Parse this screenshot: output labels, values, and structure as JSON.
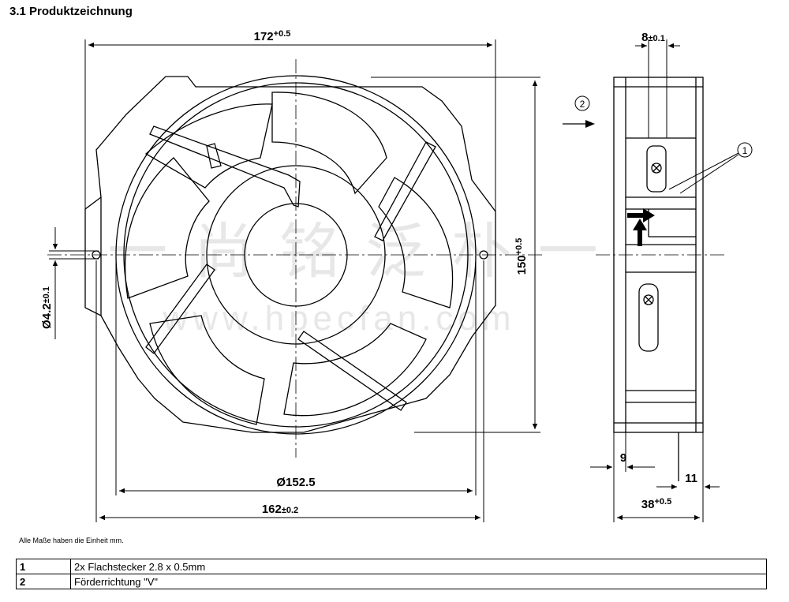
{
  "title": "3.1 Produktzeichnung",
  "dimensions": {
    "width_172": "172",
    "width_172_tol": "+0.5",
    "depth_8": "8",
    "depth_8_tol": "±0.1",
    "height_150": "150",
    "height_150_tol": "+0.5",
    "hole_dia": "Ø4.2",
    "hole_dia_tol": "±0.1",
    "dia_152": "Ø152.5",
    "width_162": "162",
    "width_162_tol": "±0.2",
    "dim_9": "9",
    "dim_11": "11",
    "depth_38": "38",
    "depth_38_tol": "+0.5"
  },
  "callouts": {
    "c1": "1",
    "c2": "2"
  },
  "watermark": {
    "cn": "一 尚 铭 泛 朴 一",
    "url": "www.hpecfan.com"
  },
  "note": "Alle Maße haben die Einheit mm.",
  "legend": [
    {
      "num": "1",
      "text": "2x Flachstecker 2.8 x 0.5mm"
    },
    {
      "num": "2",
      "text": "Förderrichtung \"V\""
    }
  ]
}
